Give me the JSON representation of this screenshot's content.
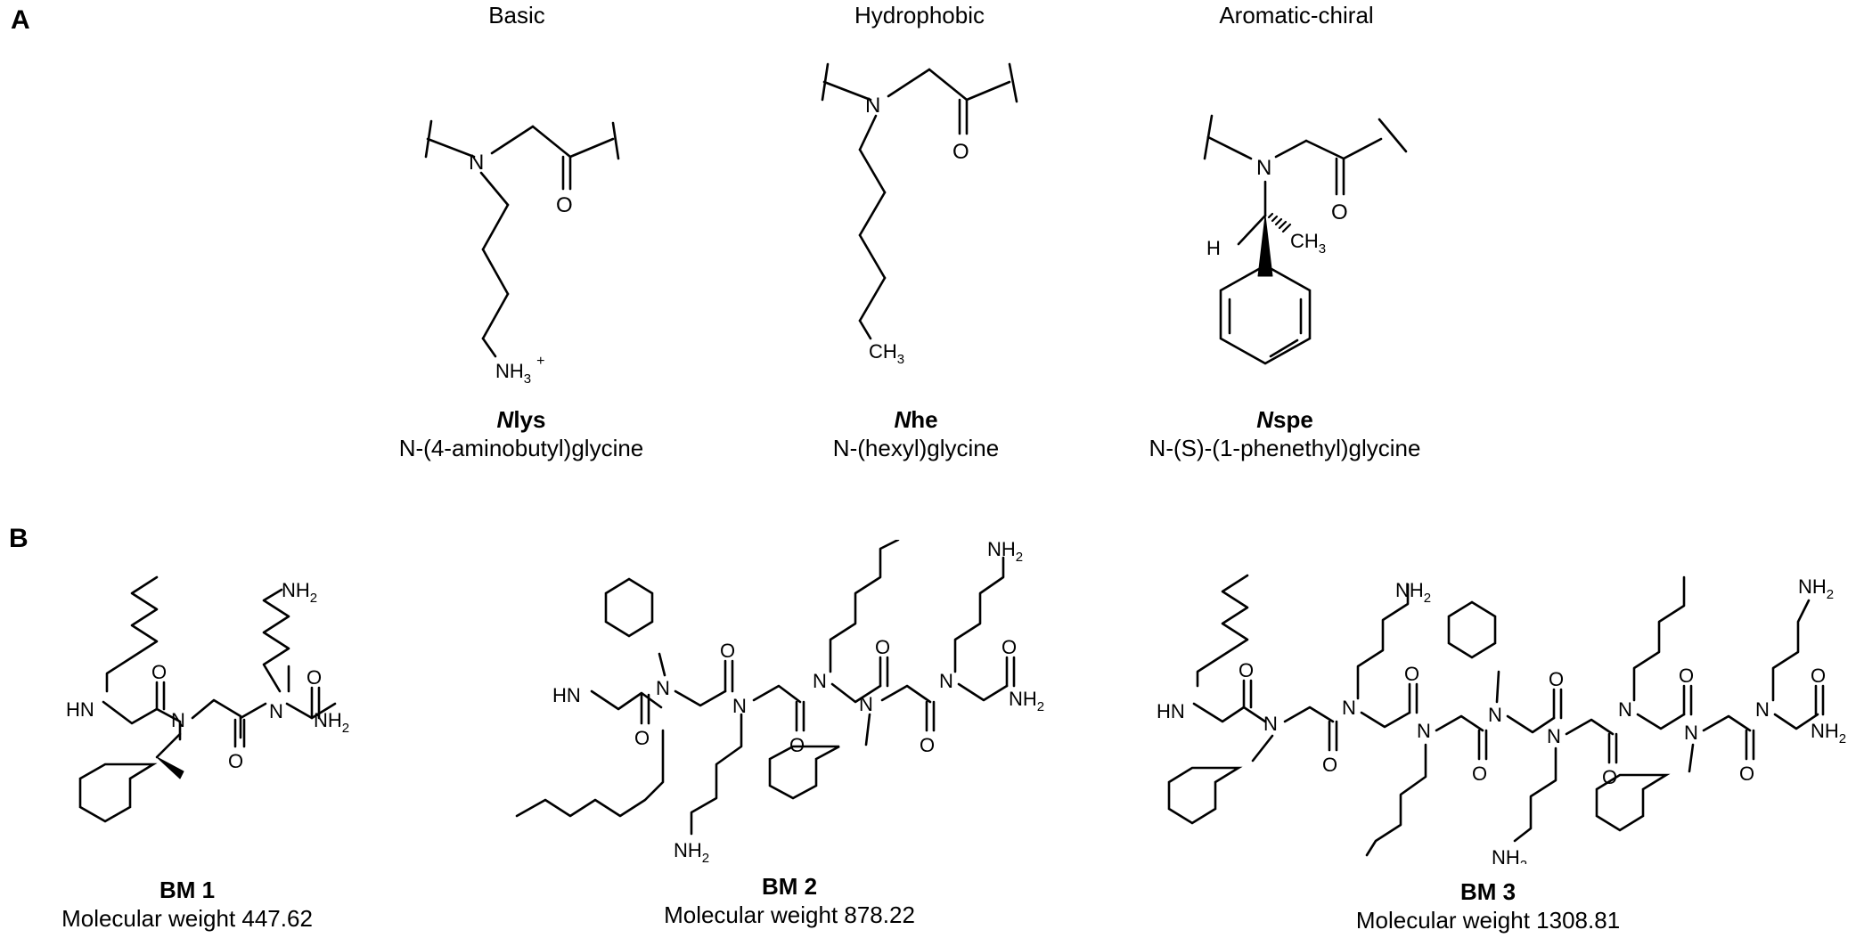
{
  "panels": {
    "a_label": "A",
    "b_label": "B"
  },
  "panel_a": {
    "monomers": [
      {
        "category": "Basic",
        "abbr_prefix": "N",
        "abbr_rest": "lys",
        "name": "N-(4-aminobutyl)glycine",
        "amine_label": "NH",
        "amine_sub": "3",
        "amine_sup": "+"
      },
      {
        "category": "Hydrophobic",
        "abbr_prefix": "N",
        "abbr_rest": "he",
        "name": "N-(hexyl)glycine",
        "terminal_label": "CH",
        "terminal_sub": "3"
      },
      {
        "category": "Aromatic-chiral",
        "abbr_prefix": "N",
        "abbr_rest": "spe",
        "name": "N-(S)-(1-phenethyl)glycine",
        "h_label": "H",
        "methyl_label": "CH",
        "methyl_sub": "3"
      }
    ],
    "atom_N": "N",
    "atom_O": "O"
  },
  "panel_b": {
    "molecules": [
      {
        "label": "BM 1",
        "mw_text": "Molecular weight 447.62"
      },
      {
        "label": "BM 2",
        "mw_text": "Molecular weight 878.22"
      },
      {
        "label": "BM 3",
        "mw_text": "Molecular weight 1308.81"
      }
    ],
    "atoms": {
      "HN": "HN",
      "N": "N",
      "O": "O",
      "NH": "NH",
      "sub2": "2"
    }
  }
}
